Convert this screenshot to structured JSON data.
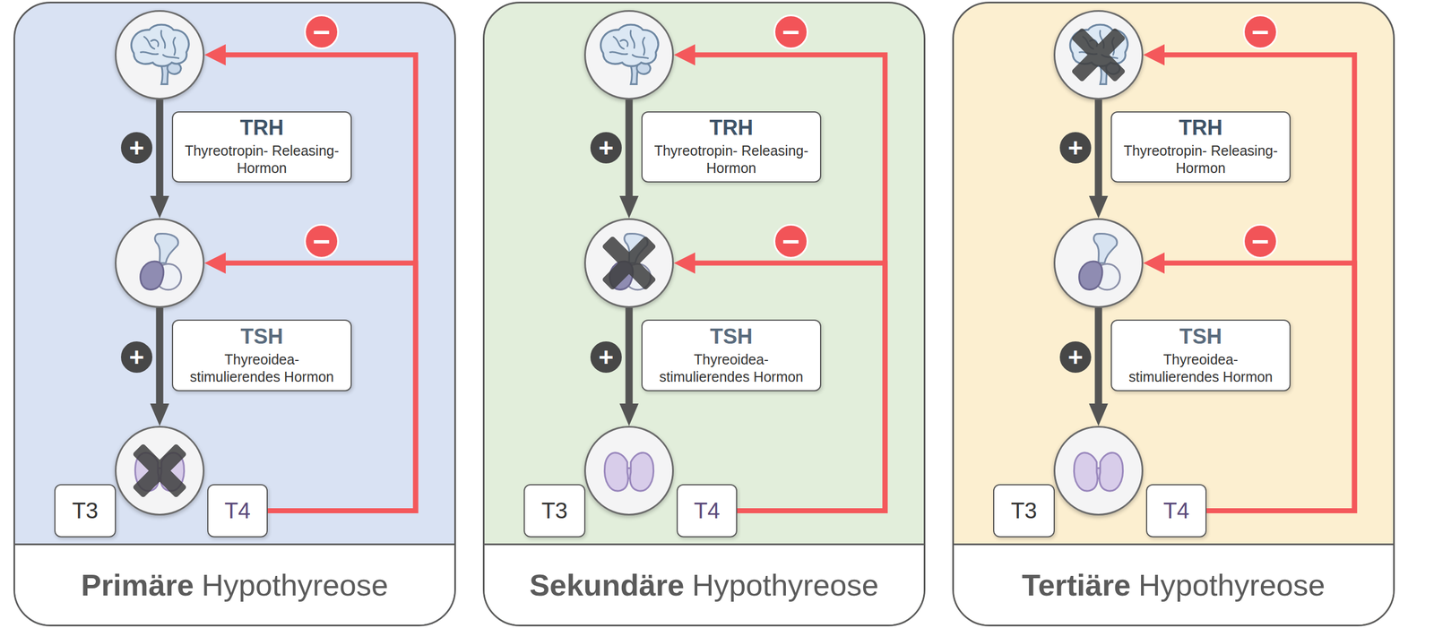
{
  "diagram": {
    "nodes": [
      {
        "text": [
          "Primäre",
          "Hypothyreose"
        ]
      },
      {
        "text": [],
        "in": 0
      },
      {
        "text": [
          "TRH",
          "Thyreotropin- Releasing-Hormon"
        ],
        "in": 0
      },
      {
        "text": [],
        "in": 0
      },
      {
        "text": [
          "TSH",
          "Thyreoidea- stimulierendes Hormon"
        ],
        "in": 0
      },
      {
        "text": [],
        "in": 0
      },
      {
        "text": [
          "T3"
        ],
        "in": 0
      },
      {
        "text": [
          "T4"
        ],
        "in": 0
      },
      {
        "text": [
          "Sekundäre",
          "Hypothyreose"
        ]
      },
      {
        "text": [],
        "in": 8
      },
      {
        "text": [
          "TRH",
          "Thyreotropin- Releasing-Hormon"
        ],
        "in": 8
      },
      {
        "text": [],
        "in": 8
      },
      {
        "text": [
          "TSH",
          "Thyreoidea- stimulierendes Hormon"
        ],
        "in": 8
      },
      {
        "text": [],
        "in": 8
      },
      {
        "text": [
          "T3"
        ],
        "in": 8
      },
      {
        "text": [
          "T4"
        ],
        "in": 8
      },
      {
        "text": [
          "Tertiäre",
          "Hypothyreose"
        ]
      },
      {
        "text": [],
        "in": 16
      },
      {
        "text": [
          "TRH",
          "Thyreotropin- Releasing-Hormon"
        ],
        "in": 16
      },
      {
        "text": [],
        "in": 16
      },
      {
        "text": [
          "TSH",
          "Thyreoidea- stimulierendes Hormon"
        ],
        "in": 16
      },
      {
        "text": [],
        "in": 16
      },
      {
        "text": [
          "T3"
        ],
        "in": 16
      },
      {
        "text": [
          "T4"
        ],
        "in": 16
      }
    ],
    "edges": [
      {
        "from": 1,
        "to": 3,
        "arrow": "to"
      },
      {
        "from": 3,
        "to": 5,
        "arrow": "to"
      },
      {
        "from": 7,
        "to": 1,
        "arrow": "to"
      },
      {
        "from": 7,
        "to": 3,
        "arrow": "to"
      },
      {
        "from": 9,
        "to": 11,
        "arrow": "to"
      },
      {
        "from": 11,
        "to": 13,
        "arrow": "to"
      },
      {
        "from": 15,
        "to": 9,
        "arrow": "to"
      },
      {
        "from": 15,
        "to": 11,
        "arrow": "to"
      },
      {
        "from": 17,
        "to": 19,
        "arrow": "to"
      },
      {
        "from": 19,
        "to": 21,
        "arrow": "to"
      },
      {
        "from": 23,
        "to": 17,
        "arrow": "to"
      },
      {
        "from": 23,
        "to": 19,
        "arrow": "to"
      }
    ],
    "labels": [
      "−",
      "+",
      "−",
      "+",
      "−",
      "+",
      "−",
      "+",
      "−",
      "+",
      "−",
      "+"
    ]
  }
}
